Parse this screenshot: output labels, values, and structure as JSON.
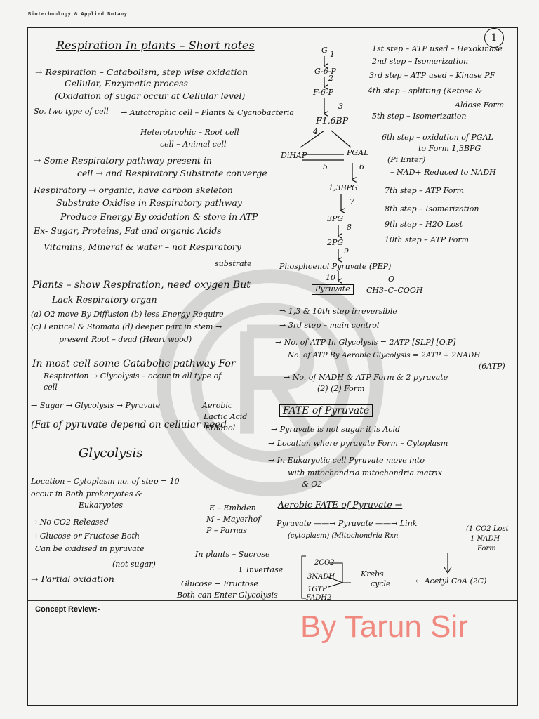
{
  "header": {
    "tag": "Biotechnology & Applied Botany",
    "page": "1"
  },
  "title": "Respiration In plants – Short notes",
  "left": {
    "l1": "→ Respiration – Catabolism, step wise oxidation",
    "l2": "Cellular, Enzymatic process",
    "l3": "(Oxidation of sugar occur at Cellular level)",
    "l4": "So, two type of cell",
    "l4a": "→ Autotrophic cell – Plants & Cyanobacteria",
    "l4b": "Heterotrophic – Root cell",
    "l4c": "cell      – Animal cell",
    "l5": "→ Some Respiratory pathway present in",
    "l6": "cell → and Respiratory Substrate converge",
    "l7": "Respiratory → organic, have carbon skeleton",
    "l8": "Substrate   Oxidise in Respiratory pathway",
    "l9": "Produce Energy By oxidation & store in ATP",
    "l10": "Ex- Sugar, Proteins, Fat and organic Acids",
    "l11": "Vitamins, Mineral & water – not Respiratory",
    "l12": "substrate",
    "l13": "Plants – show Respiration, need oxygen But",
    "l14": "Lack Respiratory organ",
    "l15": "(a) O2 move By Diffusion (b) less Energy Require",
    "l16": "(c) Lenticel & Stomata (d) deeper part in stem →",
    "l17": "present        Root – dead (Heart wood)",
    "l18": "In most cell some Catabolic pathway For",
    "l19": "Respiration → Glycolysis – occur in all type of",
    "l20": "cell",
    "l21": "→ Sugar → Glycolysis → Pyruvate",
    "l21a": "Aerobic",
    "l21b": "Lactic Acid",
    "l21c": "Ethanol",
    "l22": "(Fat of pyruvate depend on cellular need",
    "glyc": "Glycolysis",
    "l23": "Location – Cytoplasm   no. of step = 10",
    "l24": "occur in Both prokaryotes &",
    "l25": "Eukaryotes",
    "l26": "→ No CO2 Released",
    "l27": "→ Glucose or Fructose Both",
    "l28": "Can be oxidised in pyruvate",
    "l29": "(not sugar)",
    "l30": "→ Partial oxidation"
  },
  "pathway": {
    "g": "G",
    "g6p": "G-6-P",
    "f6p": "F-6-P",
    "f16bp": "F1,6BP",
    "dihap": "DiHAP",
    "pgal": "PGAL",
    "bpg": "1,3BPG",
    "pg3": "3PG",
    "pg2": "2PG",
    "pep": "Phosphoenol Pyruvate (PEP)",
    "pyr": "Pyruvate",
    "formula": "CH3–C–COOH",
    "o": "O",
    "n1": "1",
    "n2": "2",
    "n3": "3",
    "n4": "4",
    "n5": "5",
    "n6": "6",
    "n7": "7",
    "n8": "8",
    "n9": "9",
    "n10": "10"
  },
  "steps": {
    "s1": "1st step – ATP used – Hexokinase",
    "s2": "2nd step – Isomerization",
    "s3": "3rd step – ATP used – Kinase PF",
    "s4": "4th step – splitting (Ketose &",
    "s4b": "Aldose Form",
    "s5": "5th step – Isomerization",
    "s6": "6th step – oxidation of PGAL",
    "s6b": "to Form 1,3BPG",
    "s6c": "(Pi Enter)",
    "s6d": "– NAD+ Reduced to NADH",
    "s7": "7th step – ATP Form",
    "s8": "8th step – Isomerization",
    "s9": "9th step – H2O Lost",
    "s10": "10th step – ATP Form"
  },
  "right": {
    "r1": "⇒ 1,3 & 10th step irreversible",
    "r2": "→ 3rd step – main control",
    "r3": "→ No. of ATP In Glycolysis = 2ATP  [SLP]  [O.P]",
    "r4": "No. of ATP By Aerobic Glycolysis = 2ATP + 2NADH",
    "r4b": "(6ATP)",
    "r5": "→ No. of NADH & ATP Form & 2 pyruvate",
    "r5b": "(2)       (2)                   Form",
    "fate": "FATE of Pyruvate",
    "r6": "→ Pyruvate is not sugar it is Acid",
    "r7": "→ Location where pyruvate Form – Cytoplasm",
    "r8": "→ In Eukaryotic cell      Pyruvate move into",
    "r9": "with mitochondria       mitochondria matrix",
    "r10": "& O2",
    "aero": "Aerobic FATE of Pyruvate →",
    "e1": "E – Embden",
    "e2": "M – Mayerhof",
    "e3": "P – Parnas",
    "p1": "Pyruvate ——→ Pyruvate ——→ Link",
    "p2": "(cytoplasm)       (Mitochondria      Rxn",
    "p3": "(1 CO2 Lost",
    "p4": "1 NADH",
    "p5": "Form",
    "ip": "In plants – Sucrose",
    "inv": "↓ Invertase",
    "gf": "Glucose + Fructose",
    "gf2": "Both can Enter Glycolysis",
    "k1": "2CO2",
    "k2": "3NADH",
    "k3": "1GTP",
    "k4": "FADH2",
    "krebs": "Krebs",
    "cycle": "cycle",
    "acoa": "← Acetyl CoA (2C)"
  },
  "footer": {
    "concept": "Concept Review:-",
    "by": "By Tarun Sir"
  }
}
